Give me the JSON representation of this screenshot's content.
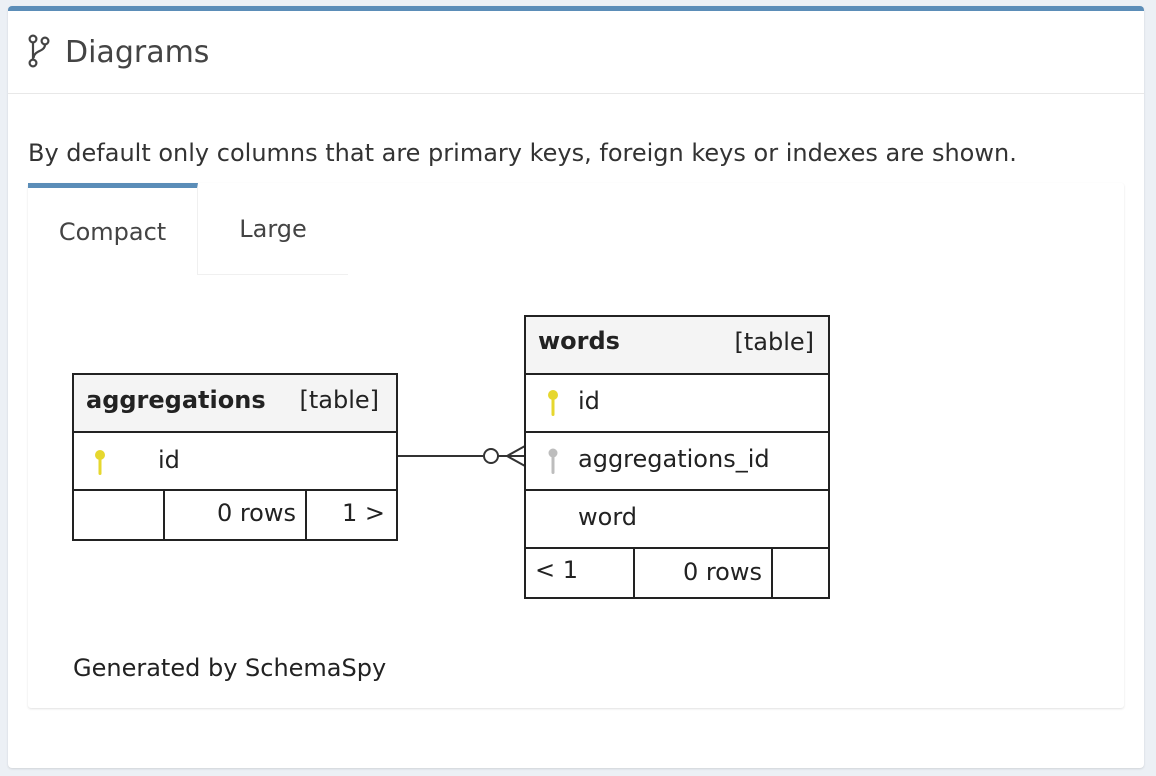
{
  "header": {
    "title": "Diagrams",
    "icon": "code-branch-icon"
  },
  "description": "By default only columns that are primary keys, foreign keys or indexes are shown.",
  "tabs": [
    {
      "label": "Compact",
      "active": true
    },
    {
      "label": "Large",
      "active": false
    }
  ],
  "diagram": {
    "tables": [
      {
        "name": "aggregations",
        "type": "[table]",
        "columns": [
          {
            "name": "id",
            "key": "primary"
          }
        ],
        "footer": {
          "parents": "",
          "rows": "0 rows",
          "children": "1 >"
        }
      },
      {
        "name": "words",
        "type": "[table]",
        "columns": [
          {
            "name": "id",
            "key": "primary"
          },
          {
            "name": "aggregations_id",
            "key": "foreign"
          },
          {
            "name": "word",
            "key": ""
          }
        ],
        "footer": {
          "parents": "< 1",
          "rows": "0 rows",
          "children": ""
        }
      }
    ],
    "credit": "Generated by SchemaSpy"
  },
  "colors": {
    "accent": "#5b8db8",
    "primary_key": "#e6d72e",
    "foreign_key": "#bdbdbd",
    "table_header": "#f4f4f4"
  }
}
